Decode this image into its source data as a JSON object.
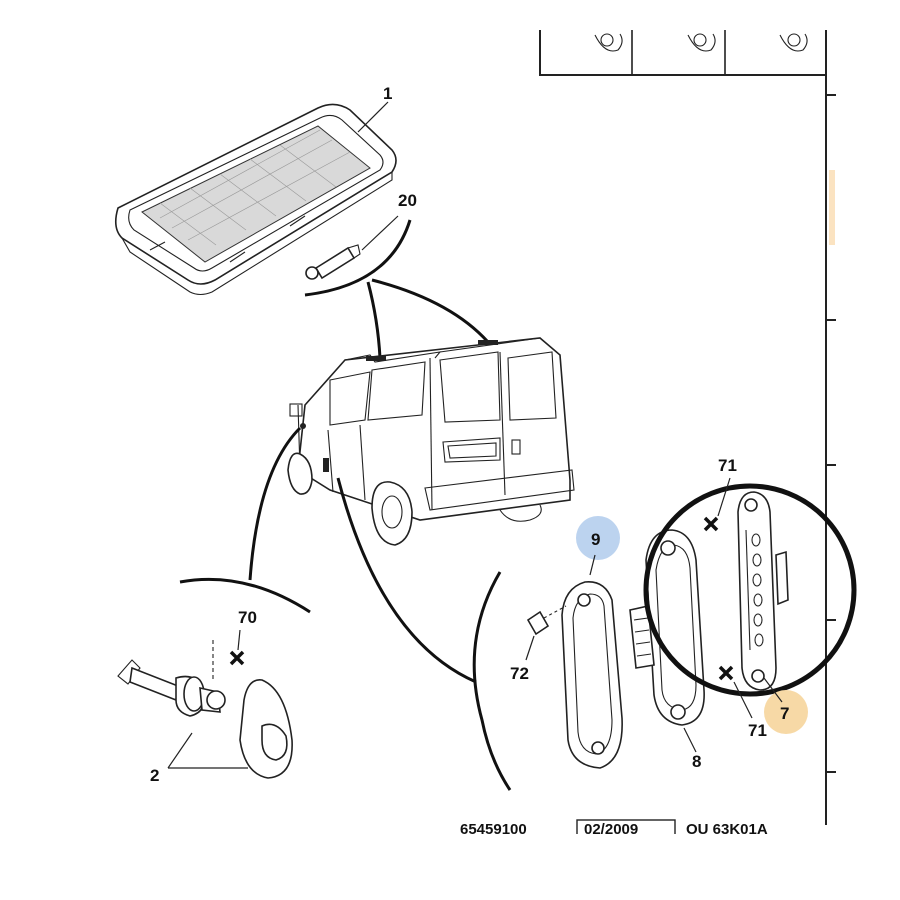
{
  "labels": {
    "p1": "1",
    "p20": "20",
    "p70": "70",
    "p2": "2",
    "p9": "9",
    "p72": "72",
    "p8": "8",
    "p71_top": "71",
    "p71_bottom": "71",
    "p7": "7"
  },
  "footer": {
    "ref": "65459100",
    "date": "02/2009",
    "code": "OU 63K01A"
  },
  "colors": {
    "badge_blue": "#bcd3ef",
    "badge_orange": "#f7d9a6",
    "right_edge_tint": "#fbe3c1",
    "ink": "#111111"
  }
}
